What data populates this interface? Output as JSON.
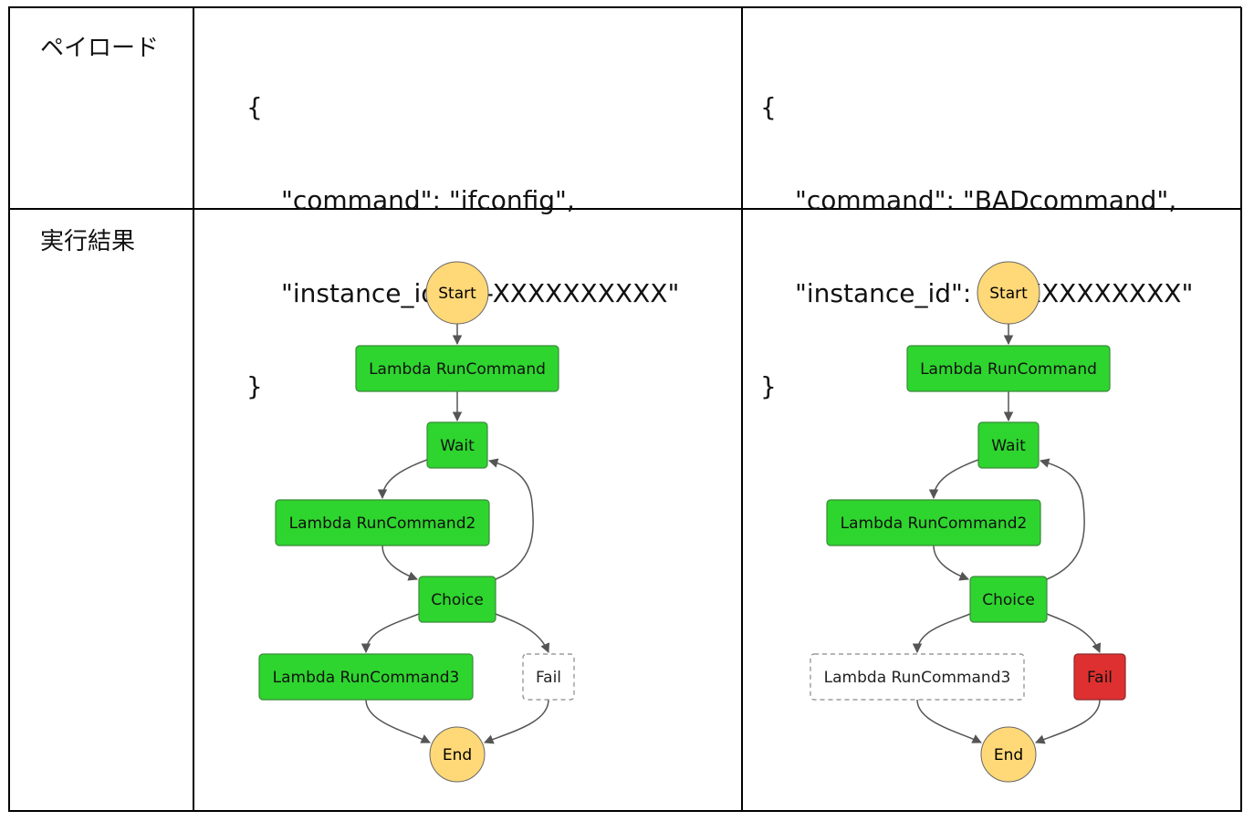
{
  "labels": {
    "payload": "ペイロード",
    "result": "実行結果"
  },
  "payloads": [
    {
      "open": "{",
      "line1": "\"command\": \"ifconfig\",",
      "line2": "\"instance_id\": \"i-XXXXXXXXXX\"",
      "close": "}"
    },
    {
      "open": "{",
      "line1": "\"command\": \"BADcommand\",",
      "line2": "\"instance_id\": \"i-XXXXXXXXXX\"",
      "close": "}"
    }
  ],
  "diagrams": [
    {
      "start": "Start",
      "run1": "Lambda RunCommand",
      "wait": "Wait",
      "run2": "Lambda RunCommand2",
      "choice": "Choice",
      "run3": "Lambda RunCommand3",
      "fail": "Fail",
      "end": "End",
      "run3_status": "succeeded",
      "fail_status": "not-run"
    },
    {
      "start": "Start",
      "run1": "Lambda RunCommand",
      "wait": "Wait",
      "run2": "Lambda RunCommand2",
      "choice": "Choice",
      "run3": "Lambda RunCommand3",
      "fail": "Fail",
      "end": "End",
      "run3_status": "not-run",
      "fail_status": "failed"
    }
  ],
  "colors": {
    "succeeded": "#2ed52e",
    "failed": "#de3030",
    "terminal": "#ffd878",
    "not_run": "#ffffff"
  }
}
